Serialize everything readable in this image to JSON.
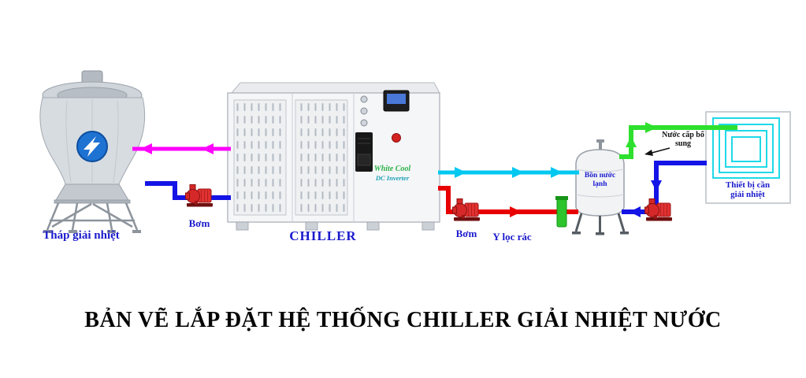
{
  "title": "BẢN VẼ LẮP ĐẶT HỆ THỐNG CHILLER GIẢI NHIỆT NƯỚC",
  "equipment": {
    "cooling_tower": {
      "label": "Tháp giải nhiệt"
    },
    "pump_condenser": {
      "label": "Bơm"
    },
    "chiller": {
      "label": "CHILLER",
      "brand": "White Cool",
      "model": "DC Inverter"
    },
    "pump_chilled": {
      "label": "Bơm"
    },
    "strainer": {
      "label": "Y lọc rác"
    },
    "cold_water_tank": {
      "label_line1": "Bồn nước",
      "label_line2": "lạnh"
    },
    "makeup_water": {
      "label_line1": "Nước cấp bổ",
      "label_line2": "sung"
    },
    "heat_load": {
      "label_line1": "Thiết bị cần",
      "label_line2": "giải nhiệt"
    }
  },
  "pipes": {
    "tower_supply_color": "#ff00ff",
    "tower_return_color": "#1414e6",
    "chilled_supply_color": "#00c8f0",
    "chilled_return_color": "#e80000",
    "load_supply_color": "#2ee02e",
    "load_return_color": "#1414e6",
    "strainer_color": "#2ec42e"
  },
  "label_colors": {
    "equipment_label": "#1a1acd",
    "makeup_label": "#111111",
    "title": "#050505",
    "brand_green": "#2db24a",
    "model_teal": "#18a0b4"
  }
}
